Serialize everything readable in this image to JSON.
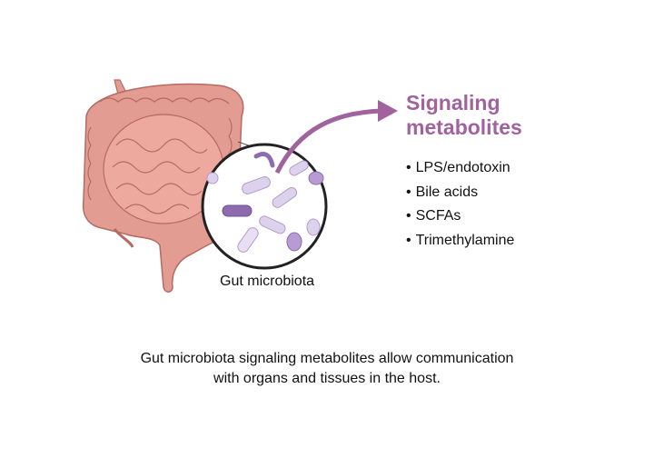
{
  "heading": {
    "line1": "Signaling",
    "line2": "metabolites"
  },
  "metabolites": [
    "LPS/endotoxin",
    "Bile acids",
    "SCFAs",
    "Trimethylamine"
  ],
  "microbiota_label": "Gut microbiota",
  "caption": {
    "line1": "Gut microbiota signaling metabolites allow communication",
    "line2": "with organs and tissues in the host."
  },
  "colors": {
    "accent": "#a0639e",
    "intestine": "#e39c92",
    "intestine_outline": "#b56a63",
    "bacteria_light": "#ddd2ec",
    "bacteria_dark": "#8e6bb0"
  }
}
